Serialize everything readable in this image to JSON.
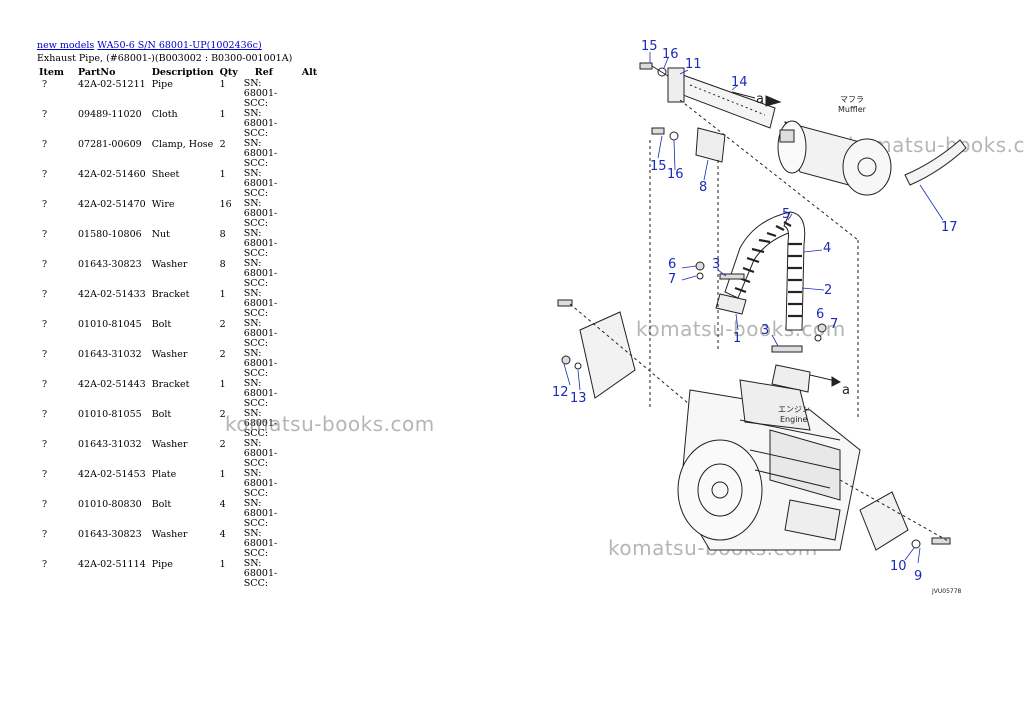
{
  "breadcrumb": {
    "link1": "new models",
    "link2": "WA50-6 S/N 68001-UP(1002436c)"
  },
  "subtitle": "Exhaust Pipe, (#68001-)(B003002 : B0300-001001A)",
  "table": {
    "headers": [
      "Item",
      "PartNo",
      "Description",
      "Qty",
      "Ref",
      "Alt"
    ],
    "rows": [
      {
        "item": "?",
        "partno": "42A-02-51211",
        "desc": "Pipe",
        "qty": "1",
        "ref": "SN: 68001-SCC:"
      },
      {
        "item": "?",
        "partno": "09489-11020",
        "desc": "Cloth",
        "qty": "1",
        "ref": "SN: 68001-SCC:"
      },
      {
        "item": "?",
        "partno": "07281-00609",
        "desc": "Clamp, Hose",
        "qty": "2",
        "ref": "SN: 68001-SCC:"
      },
      {
        "item": "?",
        "partno": "42A-02-51460",
        "desc": "Sheet",
        "qty": "1",
        "ref": "SN: 68001-SCC:"
      },
      {
        "item": "?",
        "partno": "42A-02-51470",
        "desc": "Wire",
        "qty": "16",
        "ref": "SN: 68001-SCC:"
      },
      {
        "item": "?",
        "partno": "01580-10806",
        "desc": "Nut",
        "qty": "8",
        "ref": "SN: 68001-SCC:"
      },
      {
        "item": "?",
        "partno": "01643-30823",
        "desc": "Washer",
        "qty": "8",
        "ref": "SN: 68001-SCC:"
      },
      {
        "item": "?",
        "partno": "42A-02-51433",
        "desc": "Bracket",
        "qty": "1",
        "ref": "SN: 68001-SCC:"
      },
      {
        "item": "?",
        "partno": "01010-81045",
        "desc": "Bolt",
        "qty": "2",
        "ref": "SN: 68001-SCC:"
      },
      {
        "item": "?",
        "partno": "01643-31032",
        "desc": "Washer",
        "qty": "2",
        "ref": "SN: 68001-SCC:"
      },
      {
        "item": "?",
        "partno": "42A-02-51443",
        "desc": "Bracket",
        "qty": "1",
        "ref": "SN: 68001-SCC:"
      },
      {
        "item": "?",
        "partno": "01010-81055",
        "desc": "Bolt",
        "qty": "2",
        "ref": "SN: 68001-SCC:"
      },
      {
        "item": "?",
        "partno": "01643-31032",
        "desc": "Washer",
        "qty": "2",
        "ref": "SN: 68001-SCC:"
      },
      {
        "item": "?",
        "partno": "42A-02-51453",
        "desc": "Plate",
        "qty": "1",
        "ref": "SN: 68001-SCC:"
      },
      {
        "item": "?",
        "partno": "01010-80830",
        "desc": "Bolt",
        "qty": "4",
        "ref": "SN: 68001-SCC:"
      },
      {
        "item": "?",
        "partno": "01643-30823",
        "desc": "Washer",
        "qty": "4",
        "ref": "SN: 68001-SCC:"
      },
      {
        "item": "?",
        "partno": "42A-02-51114",
        "desc": "Pipe",
        "qty": "1",
        "ref": "SN: 68001-SCC:"
      }
    ]
  },
  "watermark": "komatsu-books.com",
  "diagram": {
    "label_muffler_jp": "マフラ",
    "label_muffler": "Muffler",
    "label_engine_jp": "エンジン",
    "label_engine": "Engine",
    "arrow_label": "a",
    "code": "JVU05778",
    "callouts": [
      "15",
      "16",
      "11",
      "14",
      "15",
      "16",
      "8",
      "17",
      "5",
      "4",
      "6",
      "7",
      "3",
      "2",
      "1",
      "6",
      "7",
      "3",
      "12",
      "13",
      "10",
      "9"
    ],
    "callout_color": "#1a2bb8"
  }
}
